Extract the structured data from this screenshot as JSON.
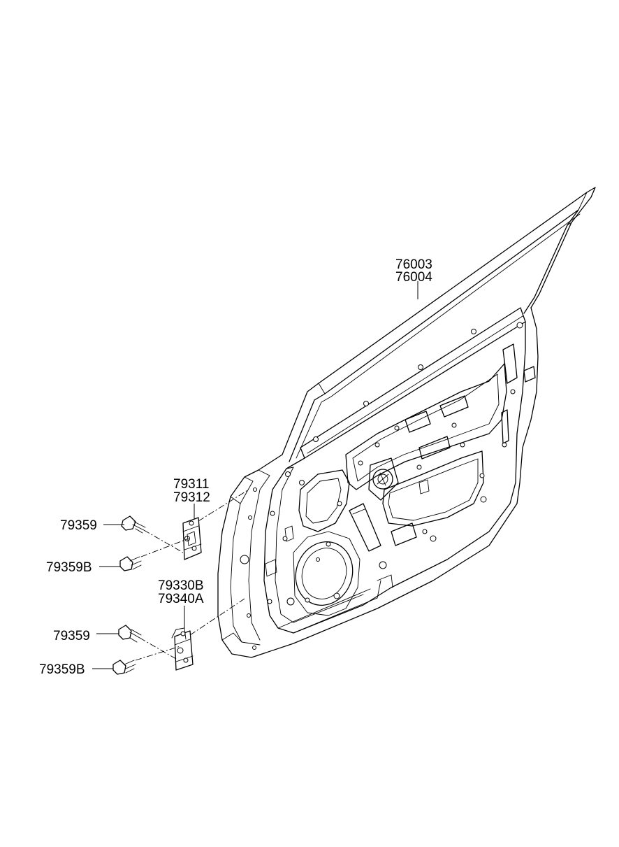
{
  "labels": {
    "door_panel_1": "76003",
    "door_panel_2": "76004",
    "upper_hinge_1": "79311",
    "upper_hinge_2": "79312",
    "upper_bolt_a": "79359",
    "upper_bolt_b": "79359B",
    "lower_hinge_1": "79330B",
    "lower_hinge_2": "79340A",
    "lower_bolt_a": "79359",
    "lower_bolt_b": "79359B"
  },
  "colors": {
    "line": "#000000",
    "background": "#ffffff"
  }
}
